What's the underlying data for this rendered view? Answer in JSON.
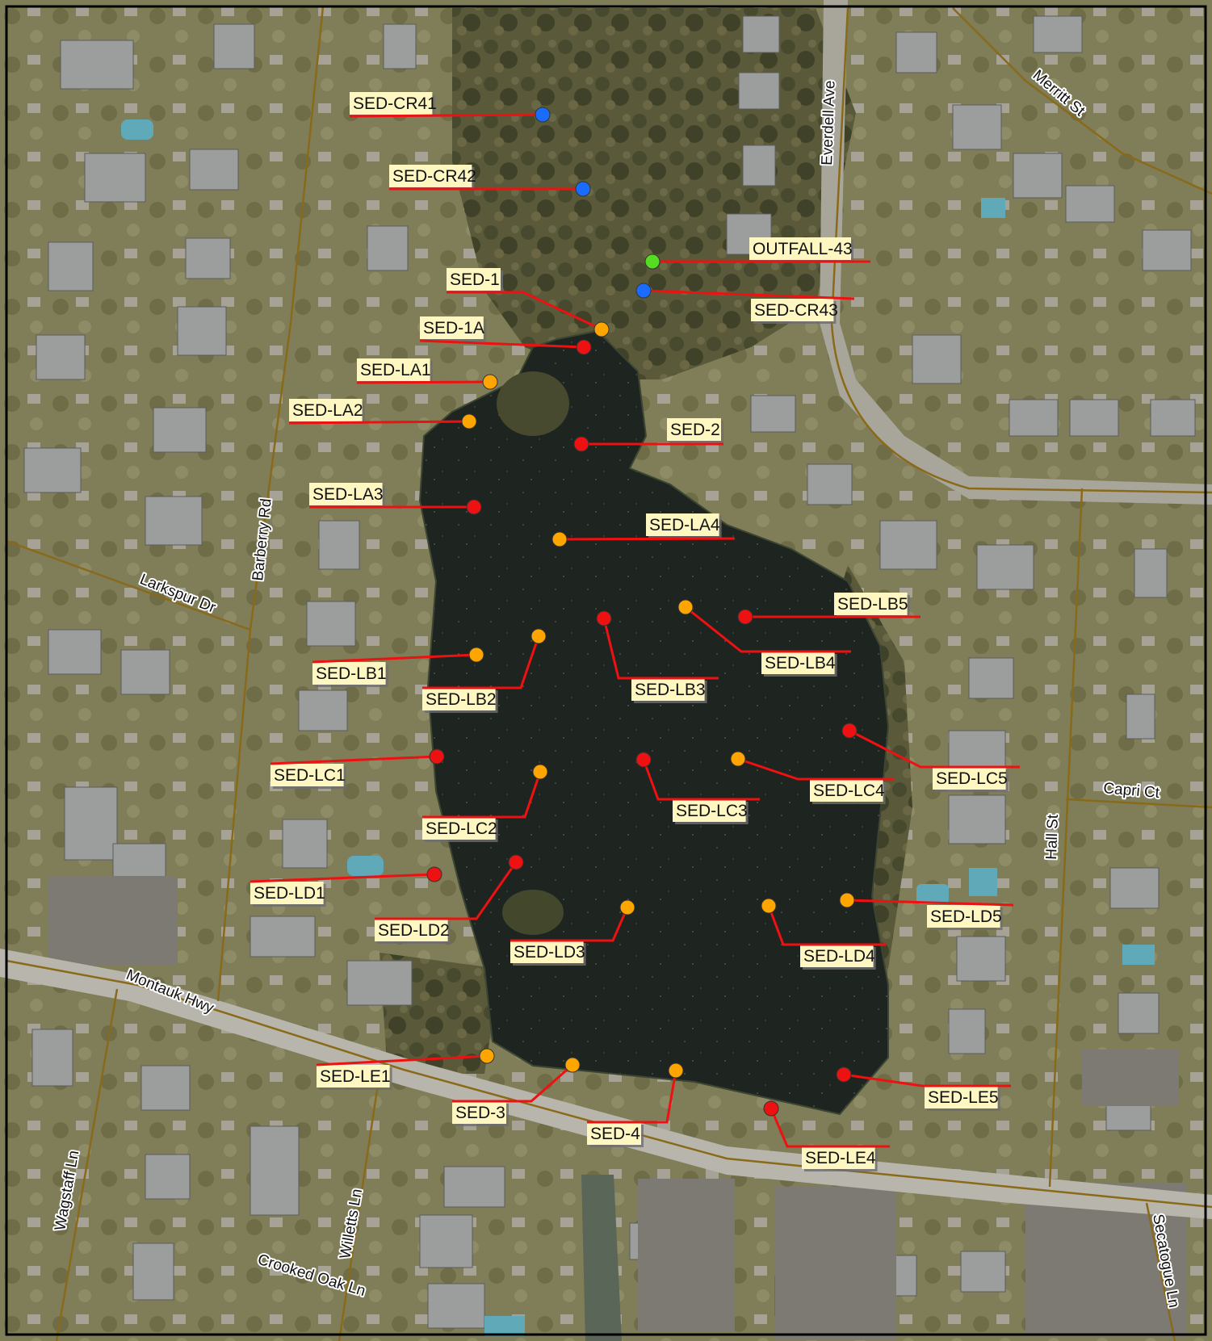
{
  "colors": {
    "red": "#ee1111",
    "orange": "#ffa500",
    "blue": "#1a6cff",
    "green": "#55dd22",
    "leader": "#ee1111",
    "label_bg": "#fff7c2",
    "road": "#8a6a1a",
    "water": "#1e2420"
  },
  "roads": {
    "merritt_st": "Merritt St",
    "everdell_ave": "Everdell Ave",
    "barberry_rd": "Barberry Rd",
    "larkspur_dr": "Larkspur Dr",
    "capri_ct": "Capri Ct",
    "hall_st": "Hall St",
    "montauk_hwy": "Montauk Hwy",
    "wagstaff_ln": "Wagstaff Ln",
    "willetts_ln": "Willetts Ln",
    "crooked_oak_ln": "Crooked Oak Ln",
    "secatogue_ln": "Secatogue Ln"
  },
  "samples": [
    {
      "label": "SED-CR41",
      "color": "blue"
    },
    {
      "label": "SED-CR42",
      "color": "blue"
    },
    {
      "label": "OUTFALL-43",
      "color": "green"
    },
    {
      "label": "SED-CR43",
      "color": "blue"
    },
    {
      "label": "SED-1",
      "color": "orange"
    },
    {
      "label": "SED-1A",
      "color": "red"
    },
    {
      "label": "SED-LA1",
      "color": "orange"
    },
    {
      "label": "SED-LA2",
      "color": "orange"
    },
    {
      "label": "SED-2",
      "color": "red"
    },
    {
      "label": "SED-LA3",
      "color": "red"
    },
    {
      "label": "SED-LA4",
      "color": "orange"
    },
    {
      "label": "SED-LB5",
      "color": "red"
    },
    {
      "label": "SED-LB4",
      "color": "orange"
    },
    {
      "label": "SED-LB1",
      "color": "orange"
    },
    {
      "label": "SED-LB2",
      "color": "orange"
    },
    {
      "label": "SED-LB3",
      "color": "red"
    },
    {
      "label": "SED-LC1",
      "color": "red"
    },
    {
      "label": "SED-LC2",
      "color": "orange"
    },
    {
      "label": "SED-LC3",
      "color": "red"
    },
    {
      "label": "SED-LC4",
      "color": "orange"
    },
    {
      "label": "SED-LC5",
      "color": "red"
    },
    {
      "label": "SED-LD1",
      "color": "red"
    },
    {
      "label": "SED-LD2",
      "color": "red"
    },
    {
      "label": "SED-LD3",
      "color": "orange"
    },
    {
      "label": "SED-LD4",
      "color": "orange"
    },
    {
      "label": "SED-LD5",
      "color": "orange"
    },
    {
      "label": "SED-LE1",
      "color": "orange"
    },
    {
      "label": "SED-3",
      "color": "orange"
    },
    {
      "label": "SED-4",
      "color": "orange"
    },
    {
      "label": "SED-LE4",
      "color": "red"
    },
    {
      "label": "SED-LE5",
      "color": "red"
    }
  ]
}
